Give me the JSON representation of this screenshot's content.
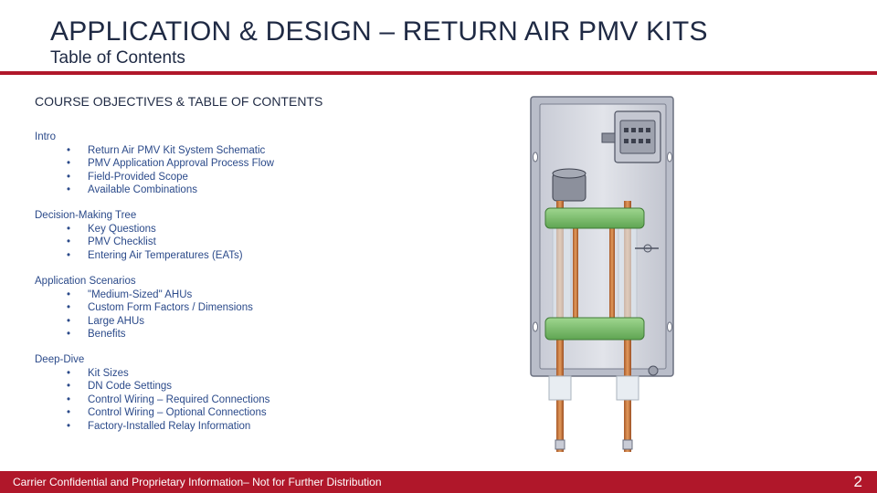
{
  "header": {
    "title": "APPLICATION & DESIGN – RETURN AIR PMV KITS",
    "subtitle": "Table of Contents"
  },
  "main": {
    "heading": "COURSE OBJECTIVES & TABLE OF CONTENTS",
    "sections": [
      {
        "title": "Intro",
        "items": [
          "Return Air PMV Kit System Schematic",
          "PMV Application Approval Process Flow",
          "Field-Provided Scope",
          "Available Combinations"
        ]
      },
      {
        "title": "Decision-Making Tree",
        "items": [
          "Key Questions",
          "PMV Checklist",
          "Entering Air Temperatures (EATs)"
        ]
      },
      {
        "title": "Application Scenarios",
        "items": [
          "\"Medium-Sized\" AHUs",
          "Custom Form Factors / Dimensions",
          "Large AHUs",
          "Benefits"
        ]
      },
      {
        "title": "Deep-Dive",
        "items": [
          "Kit Sizes",
          "DN Code Settings",
          "Control Wiring – Required Connections",
          "Control Wiring – Optional Connections",
          "Factory-Installed Relay Information"
        ]
      }
    ],
    "bullet_glyph": "•"
  },
  "footer": {
    "text": "Carrier Confidential and Proprietary Information– Not for Further Distribution",
    "page_number": "2"
  },
  "colors": {
    "accent": "#b0172a",
    "title_text": "#1f2a44",
    "toc_text": "#2b4a8a"
  },
  "image": {
    "subject": "return-air-pmv-kit-enclosure-illustration"
  }
}
